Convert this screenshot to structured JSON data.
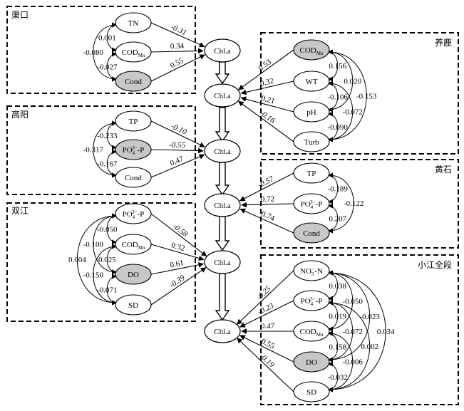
{
  "groups": [
    {
      "id": "qukou",
      "label": "渠口",
      "nodes": [
        "TN",
        "COD_Mn",
        "Cond"
      ],
      "highlighted": [
        "Cond"
      ],
      "path_coefficients": [
        "-0.31",
        "0.34",
        "0.55"
      ],
      "correlations": [
        {
          "between": [
            "TN",
            "COD_Mn"
          ],
          "value": "0.001"
        },
        {
          "between": [
            "COD_Mn",
            "Cond"
          ],
          "value": "-0.027"
        },
        {
          "between": [
            "TN",
            "Cond"
          ],
          "value": "-0.080"
        }
      ]
    },
    {
      "id": "gaoyang",
      "label": "高阳",
      "nodes": [
        "TP",
        "PO4-P",
        "Cond"
      ],
      "highlighted": [
        "PO4-P"
      ],
      "path_coefficients": [
        "-0.10",
        "-0.55",
        "0.47"
      ],
      "correlations": [
        {
          "between": [
            "TP",
            "PO4-P"
          ],
          "value": "-0.233"
        },
        {
          "between": [
            "PO4-P",
            "Cond"
          ],
          "value": "-0.167"
        },
        {
          "between": [
            "TP",
            "Cond"
          ],
          "value": "-0.317"
        }
      ]
    },
    {
      "id": "shuangjiang",
      "label": "双江",
      "nodes": [
        "PO4-P",
        "COD_Mn",
        "DO",
        "SD"
      ],
      "highlighted": [
        "DO"
      ],
      "path_coefficients": [
        "-0.58",
        "0.32",
        "0.61",
        "-0.39"
      ],
      "correlations": [
        {
          "between": [
            "PO4-P",
            "COD_Mn"
          ],
          "value": "-0.050"
        },
        {
          "between": [
            "COD_Mn",
            "DO"
          ],
          "value": "0.025"
        },
        {
          "between": [
            "DO",
            "SD"
          ],
          "value": "-0.071"
        },
        {
          "between": [
            "PO4-P",
            "DO"
          ],
          "value": "-0.100"
        },
        {
          "between": [
            "COD_Mn",
            "SD"
          ],
          "value": "-0.150"
        },
        {
          "between": [
            "PO4-P",
            "SD"
          ],
          "value": "0.004"
        }
      ]
    },
    {
      "id": "yanglu",
      "label": "养鹿",
      "nodes": [
        "COD_Mn",
        "WT",
        "pH",
        "Turb"
      ],
      "highlighted": [
        "COD_Mn"
      ],
      "path_coefficients": [
        "0.53",
        "0.32",
        "0.21",
        "-0.16"
      ],
      "correlations": [
        {
          "between": [
            "COD_Mn",
            "WT"
          ],
          "value": "0.156"
        },
        {
          "between": [
            "WT",
            "pH"
          ],
          "value": "-0.106"
        },
        {
          "between": [
            "pH",
            "Turb"
          ],
          "value": "-0.090"
        },
        {
          "between": [
            "COD_Mn",
            "pH"
          ],
          "value": "0.020"
        },
        {
          "between": [
            "WT",
            "Turb"
          ],
          "value": "-0.072"
        },
        {
          "between": [
            "COD_Mn",
            "Turb"
          ],
          "value": "-0.153"
        }
      ]
    },
    {
      "id": "huangshi",
      "label": "黄石",
      "nodes": [
        "TP",
        "PO4-P",
        "Cond"
      ],
      "highlighted": [
        "Cond"
      ],
      "path_coefficients": [
        "-0.57",
        "0.72",
        "0.74"
      ],
      "correlations": [
        {
          "between": [
            "TP",
            "PO4-P"
          ],
          "value": "-0.189"
        },
        {
          "between": [
            "PO4-P",
            "Cond"
          ],
          "value": "0.207"
        },
        {
          "between": [
            "TP",
            "Cond"
          ],
          "value": "-0.122"
        }
      ]
    },
    {
      "id": "xiaojiang",
      "label": "小江全段",
      "nodes": [
        "NO3-N",
        "PO4-P",
        "COD_Mn",
        "DO",
        "SD"
      ],
      "highlighted": [
        "DO"
      ],
      "path_coefficients": [
        "-0.25",
        "-0.23",
        "0.47",
        "0.55",
        "-0.19"
      ],
      "correlations": [
        {
          "between": [
            "NO3-N",
            "PO4-P"
          ],
          "value": "0.038"
        },
        {
          "between": [
            "PO4-P",
            "COD_Mn"
          ],
          "value": "0.019"
        },
        {
          "between": [
            "COD_Mn",
            "DO"
          ],
          "value": "0.158"
        },
        {
          "between": [
            "DO",
            "SD"
          ],
          "value": "-0.032"
        },
        {
          "between": [
            "NO3-N",
            "COD_Mn"
          ],
          "value": "-0.050"
        },
        {
          "between": [
            "PO4-P",
            "DO"
          ],
          "value": "-0.072"
        },
        {
          "between": [
            "COD_Mn",
            "SD"
          ],
          "value": "-0.006"
        },
        {
          "between": [
            "NO3-N",
            "DO"
          ],
          "value": "-0.023"
        },
        {
          "between": [
            "PO4-P",
            "SD"
          ],
          "value": "0.002"
        },
        {
          "between": [
            "NO3-N",
            "SD"
          ],
          "value": "0.034"
        }
      ]
    }
  ],
  "center_node_label": "Chl.a",
  "colors": {
    "highlight_fill": "#c8c8c8",
    "stroke": "#000000",
    "background": "#ffffff"
  }
}
